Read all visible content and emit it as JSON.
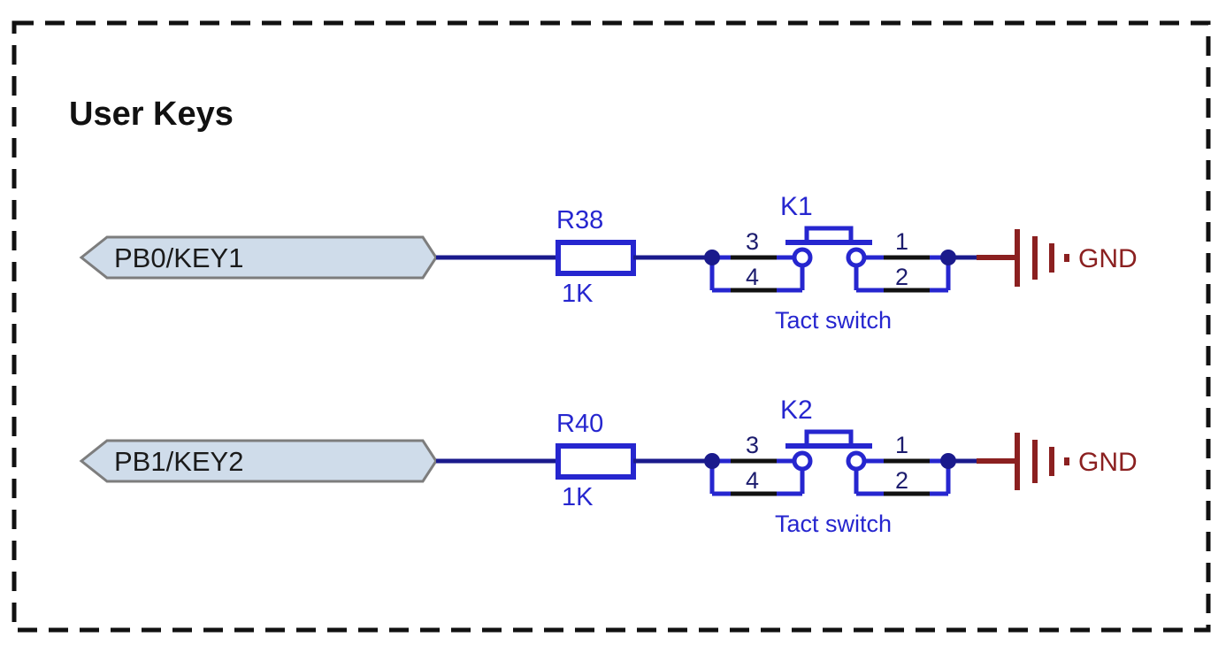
{
  "sheet": {
    "title": "User Keys",
    "border_style": "dashed",
    "background": "#ffffff"
  },
  "colors": {
    "wire": "#1a1a8c",
    "symbol": "#2626cf",
    "pin_line": "#111111",
    "gnd": "#8b2020",
    "port_fill": "#cfdcea",
    "port_border": "#7d7d7d",
    "text_dark": "#111111",
    "border": "#111111"
  },
  "circuits": [
    {
      "id": "row-1",
      "port": {
        "label": "PB0/KEY1",
        "shape": "arrow-hex"
      },
      "resistor": {
        "designator": "R38",
        "value": "1K"
      },
      "switch": {
        "designator": "K1",
        "note": "Tact switch",
        "pins": {
          "top_left": "3",
          "bottom_left": "4",
          "top_right": "1",
          "bottom_right": "2"
        }
      },
      "ground": {
        "label": "GND"
      }
    },
    {
      "id": "row-2",
      "port": {
        "label": "PB1/KEY2",
        "shape": "arrow-hex"
      },
      "resistor": {
        "designator": "R40",
        "value": "1K"
      },
      "switch": {
        "designator": "K2",
        "note": "Tact switch",
        "pins": {
          "top_left": "3",
          "bottom_left": "4",
          "top_right": "1",
          "bottom_right": "2"
        }
      },
      "ground": {
        "label": "GND"
      }
    }
  ]
}
